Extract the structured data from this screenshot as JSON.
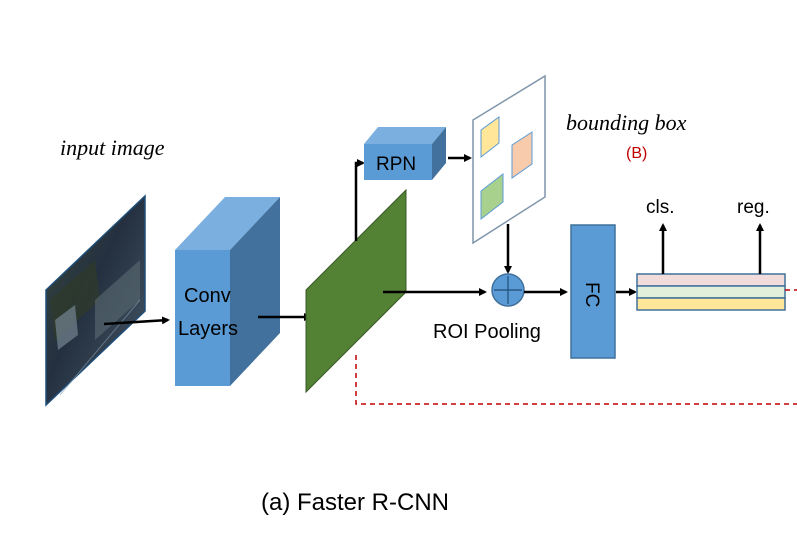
{
  "diagram": {
    "input_label": "input image",
    "bbox_label": "bounding box",
    "bbox_tag": "(B)",
    "conv_line1": "Conv",
    "conv_line2": "Layers",
    "rpn_label": "RPN",
    "roi_label": "ROI Pooling",
    "fc_label": "FC",
    "cls_label": "cls.",
    "reg_label": "reg.",
    "caption": "(a) Faster R-CNN"
  },
  "colors": {
    "block_front": "#5b9bd5",
    "block_top": "#7aafe0",
    "block_side": "#41719c",
    "feature_map": "#548235",
    "proposal_yellow": "#ffe699",
    "proposal_pink": "#f8cbad",
    "proposal_green": "#a9d18e",
    "dashed_red": "#c00000",
    "bbox_tag": "#c00000"
  }
}
